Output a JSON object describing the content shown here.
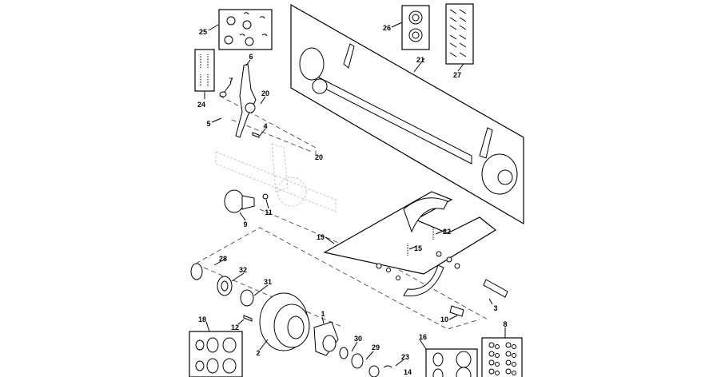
{
  "diagram": {
    "labels": [
      {
        "id": "25",
        "text": "25"
      },
      {
        "id": "26",
        "text": "26"
      },
      {
        "id": "21",
        "text": "21"
      },
      {
        "id": "27",
        "text": "27"
      },
      {
        "id": "24",
        "text": "24"
      },
      {
        "id": "6",
        "text": "6"
      },
      {
        "id": "7",
        "text": "7"
      },
      {
        "id": "20a",
        "text": "20"
      },
      {
        "id": "5",
        "text": "5"
      },
      {
        "id": "4",
        "text": "4"
      },
      {
        "id": "20b",
        "text": "20"
      },
      {
        "id": "11",
        "text": "11"
      },
      {
        "id": "9",
        "text": "9"
      },
      {
        "id": "19",
        "text": "19"
      },
      {
        "id": "22",
        "text": "22"
      },
      {
        "id": "15",
        "text": "15"
      },
      {
        "id": "28",
        "text": "28"
      },
      {
        "id": "32",
        "text": "32"
      },
      {
        "id": "31",
        "text": "31"
      },
      {
        "id": "3",
        "text": "3"
      },
      {
        "id": "10",
        "text": "10"
      },
      {
        "id": "18",
        "text": "18"
      },
      {
        "id": "12",
        "text": "12"
      },
      {
        "id": "1",
        "text": "1"
      },
      {
        "id": "2",
        "text": "2"
      },
      {
        "id": "30",
        "text": "30"
      },
      {
        "id": "29",
        "text": "29"
      },
      {
        "id": "23",
        "text": "23"
      },
      {
        "id": "14",
        "text": "14"
      },
      {
        "id": "16",
        "text": "16"
      },
      {
        "id": "8",
        "text": "8"
      }
    ]
  }
}
